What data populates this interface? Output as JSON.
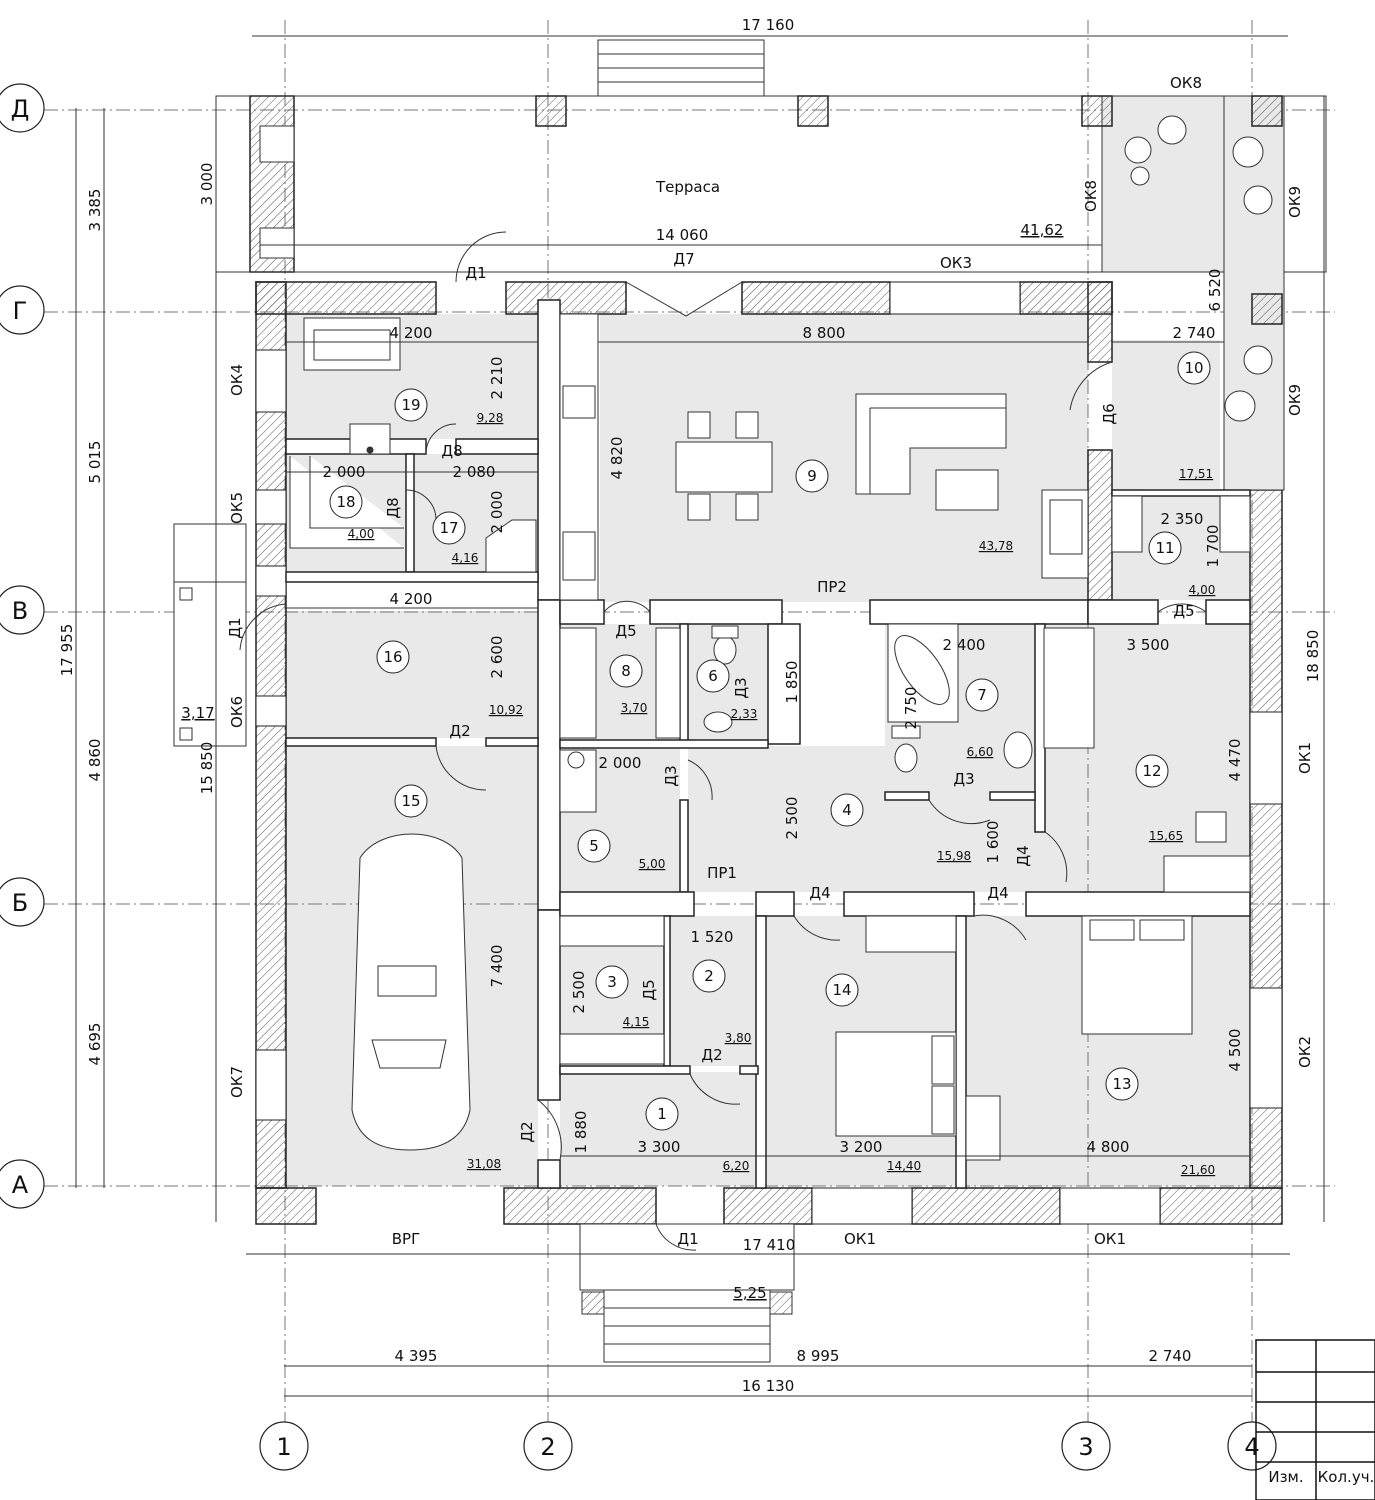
{
  "axes": {
    "rows": [
      {
        "id": "axis-d",
        "label": "Д"
      },
      {
        "id": "axis-g",
        "label": "Г"
      },
      {
        "id": "axis-v",
        "label": "В"
      },
      {
        "id": "axis-b",
        "label": "Б"
      },
      {
        "id": "axis-a",
        "label": "А"
      }
    ],
    "cols": [
      {
        "id": "axis-1",
        "label": "1"
      },
      {
        "id": "axis-2",
        "label": "2"
      },
      {
        "id": "axis-3",
        "label": "3"
      },
      {
        "id": "axis-4",
        "label": "4"
      }
    ]
  },
  "dimensions": {
    "top_overall": "17 160",
    "terrace_depth": "3 000",
    "terrace_width": "14 060",
    "left_seg_1": "3 385",
    "left_seg_2": "5 015",
    "left_seg_3": "4 860",
    "left_seg_4": "4 695",
    "left_total": "17 955",
    "left_lower": "15 850",
    "right_lower": "18 850",
    "right_upper": "6 520",
    "bottom_walls": "17 410",
    "bottom_seg_1": "4 395",
    "bottom_seg_2": "8 995",
    "bottom_seg_3": "2 740",
    "bottom_total": "16 130",
    "d_4200_a": "4 200",
    "d_8800": "8 800",
    "d_2740": "2 740",
    "d_2210": "2 210",
    "d_2000_a": "2 000",
    "d_2080": "2 080",
    "d_2000_b": "2 000",
    "d_4820": "4 820",
    "d_2350": "2 350",
    "d_1700": "1 700",
    "d_4200_b": "4 200",
    "d_2600": "2 600",
    "d_2400": "2 400",
    "d_3500": "3 500",
    "d_1850": "1 850",
    "d_2750": "2 750",
    "d_4470": "4 470",
    "d_2000_c": "2 000",
    "d_2500_a": "2 500",
    "d_1600": "1 600",
    "d_7400": "7 400",
    "d_1520": "1 520",
    "d_2500_b": "2 500",
    "d_4500": "4 500",
    "d_1880": "1 880",
    "d_3300": "3 300",
    "d_3200": "3 200",
    "d_4800": "4 800"
  },
  "rooms": [
    {
      "num": "1",
      "area": "6,20"
    },
    {
      "num": "2",
      "area": "3,80"
    },
    {
      "num": "3",
      "area": "4,15"
    },
    {
      "num": "4",
      "area": "15,98"
    },
    {
      "num": "5",
      "area": "5,00"
    },
    {
      "num": "6",
      "area": "2,33"
    },
    {
      "num": "7",
      "area": "6,60"
    },
    {
      "num": "8",
      "area": "3,70"
    },
    {
      "num": "9",
      "area": "43,78"
    },
    {
      "num": "10",
      "area": "17,51"
    },
    {
      "num": "11",
      "area": "4,00"
    },
    {
      "num": "12",
      "area": "15,65"
    },
    {
      "num": "13",
      "area": "21,60"
    },
    {
      "num": "14",
      "area": "14,40"
    },
    {
      "num": "15",
      "area": "31,08"
    },
    {
      "num": "16",
      "area": "10,92"
    },
    {
      "num": "17",
      "area": "4,16"
    },
    {
      "num": "18",
      "area": "4,00"
    },
    {
      "num": "19",
      "area": "9,28"
    }
  ],
  "labels": {
    "terrace": "Терраса",
    "terrace_area": "41,62",
    "porch_left_area": "3,17",
    "porch_bottom_area": "5,25",
    "pr1": "ПР1",
    "pr2": "ПР2",
    "vrg": "ВРГ",
    "ok1_a": "ОК1",
    "ok1_b": "ОК1",
    "ok1_c": "ОК1",
    "ok2": "ОК2",
    "ok3": "ОК3",
    "ok4": "ОК4",
    "ok5": "ОК5",
    "ok6": "ОК6",
    "ok7": "ОК7",
    "ok8_a": "ОК8",
    "ok8_b": "ОК8",
    "ok9_a": "ОК9",
    "ok9_b": "ОК9",
    "d1_a": "Д1",
    "d1_b": "Д1",
    "d1_c": "Д1",
    "d2_a": "Д2",
    "d2_b": "Д2",
    "d2_c": "Д2",
    "d3_a": "Д3",
    "d3_b": "Д3",
    "d3_c": "Д3",
    "d4_a": "Д4",
    "d4_b": "Д4",
    "d4_c": "Д4",
    "d5_a": "Д5",
    "d5_b": "Д5",
    "d5_c": "Д5",
    "d6": "Д6",
    "d7": "Д7",
    "d8_a": "Д8",
    "d8_b": "Д8"
  },
  "stamp": {
    "izm": "Изм.",
    "koluch": "Кол.уч."
  }
}
